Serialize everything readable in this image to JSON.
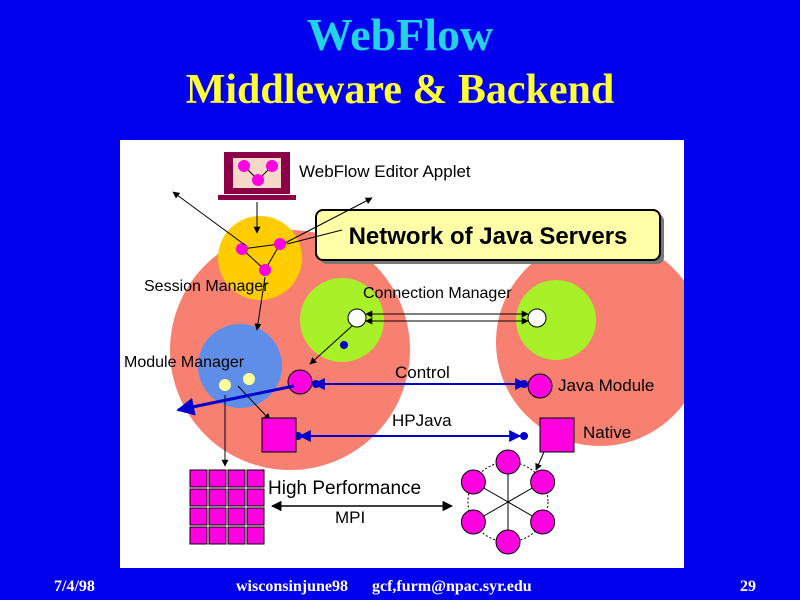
{
  "slide": {
    "title": "WebFlow",
    "subtitle": "Middleware & Backend"
  },
  "diagram": {
    "editor_label": "WebFlow Editor Applet",
    "network_label": "Network of Java Servers",
    "session_manager_label": "Session Manager",
    "connection_manager_label": "Connection Manager",
    "module_manager_label": "Module Manager",
    "control_label": "Control",
    "java_module_label": "Java Module",
    "hpjava_label": "HPJava",
    "native_label": "Native",
    "high_performance_label": "High Performance",
    "mpi_label": "MPI"
  },
  "footer": {
    "date": "7/4/98",
    "talk": "wisconsinjune98",
    "email": "gcf,furm@npac.syr.edu",
    "page": "29"
  },
  "colors": {
    "background": "#0000ee",
    "title": "#22d3e8",
    "subtitle": "#ffff33",
    "server_circle": "#f88070",
    "session_circle": "#ffcc00",
    "connection_circle": "#a8f028",
    "module_circle": "#5f8ee8",
    "node": "#ff00e0",
    "link": "#0000cc"
  }
}
